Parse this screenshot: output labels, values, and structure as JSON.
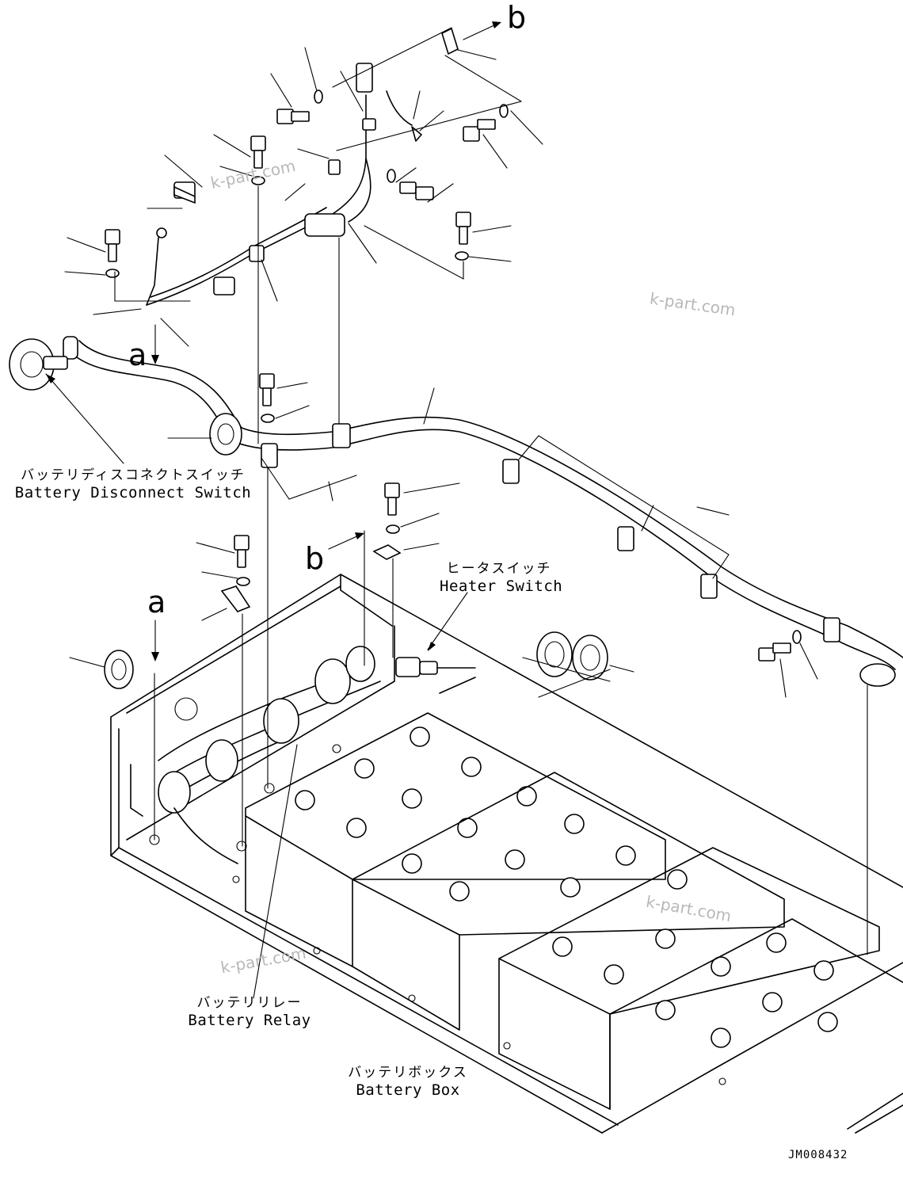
{
  "labels": {
    "battery_disconnect_switch": {
      "jp": "バッテリディスコネクトスイッチ",
      "en": "Battery Disconnect Switch"
    },
    "heater_switch": {
      "jp": "ヒータスイッチ",
      "en": "Heater Switch"
    },
    "battery_relay": {
      "jp": "バッテリリレー",
      "en": "Battery Relay"
    },
    "battery_box": {
      "jp": "バッテリボックス",
      "en": "Battery Box"
    }
  },
  "view_markers": {
    "a": "a",
    "b": "b"
  },
  "watermark": "k-part.com",
  "drawing_code": "JM008432"
}
